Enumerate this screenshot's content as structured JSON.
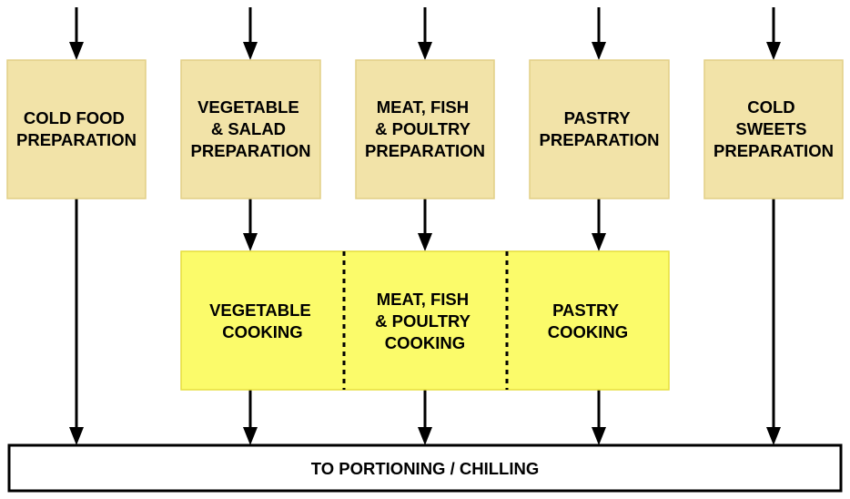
{
  "preparation": [
    {
      "id": "cold-food",
      "lines": [
        "COLD FOOD",
        "PREPARATION"
      ]
    },
    {
      "id": "vegetable-salad",
      "lines": [
        "VEGETABLE",
        "& SALAD",
        "PREPARATION"
      ]
    },
    {
      "id": "meat-fish-poultry",
      "lines": [
        "MEAT, FISH",
        "& POULTRY",
        "PREPARATION"
      ]
    },
    {
      "id": "pastry",
      "lines": [
        "PASTRY",
        "PREPARATION"
      ]
    },
    {
      "id": "cold-sweets",
      "lines": [
        "COLD",
        "SWEETS",
        "PREPARATION"
      ]
    }
  ],
  "cooking": [
    {
      "id": "vegetable",
      "lines": [
        "VEGETABLE",
        "COOKING"
      ]
    },
    {
      "id": "meat-fish-poultry",
      "lines": [
        "MEAT, FISH",
        "& POULTRY",
        "COOKING"
      ]
    },
    {
      "id": "pastry",
      "lines": [
        "PASTRY",
        "COOKING"
      ]
    }
  ],
  "final": {
    "label": "TO PORTIONING / CHILLING"
  },
  "colors": {
    "preparation_fill": "#f2e3a8",
    "cooking_fill": "#fbfb6a",
    "final_fill": "#ffffff",
    "line": "#000000"
  }
}
